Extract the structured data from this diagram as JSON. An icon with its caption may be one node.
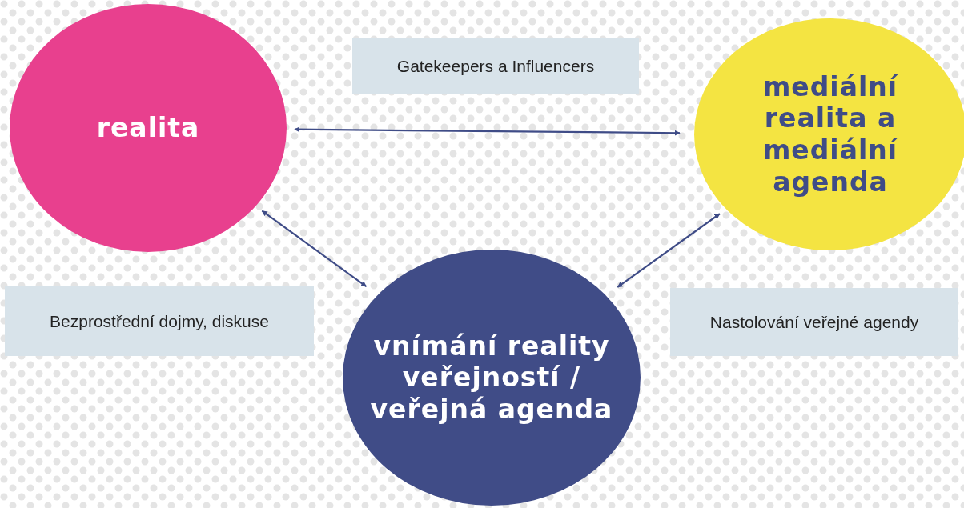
{
  "diagram": {
    "nodes": [
      {
        "text": [
          "realita"
        ]
      },
      {
        "text": [
          "mediální realita a mediální agenda"
        ]
      },
      {
        "text": [
          "vnímání reality veřejností / veřejná agenda"
        ]
      },
      {
        "text": [
          "Gatekeepers a Influencers"
        ]
      },
      {
        "text": [
          "Bezprostřední dojmy, diskuse"
        ]
      },
      {
        "text": [
          "Nastolování veřejné agendy"
        ]
      }
    ],
    "edges": [
      {
        "from": 0,
        "to": 1,
        "arrow": "both"
      },
      {
        "from": 0,
        "to": 2,
        "arrow": "both"
      },
      {
        "from": 1,
        "to": 2,
        "arrow": "both"
      }
    ]
  }
}
